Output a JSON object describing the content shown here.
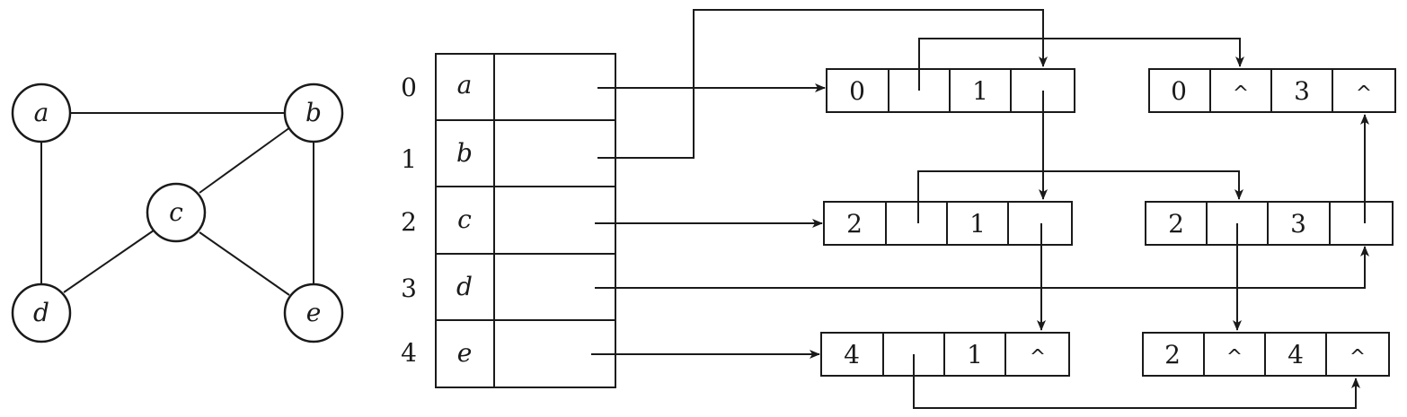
{
  "graph": {
    "nodes": [
      "a",
      "b",
      "c",
      "d",
      "e"
    ]
  },
  "vertex_table": {
    "indices": [
      "0",
      "1",
      "2",
      "3",
      "4"
    ],
    "vertices": [
      "a",
      "b",
      "c",
      "d",
      "e"
    ]
  },
  "edge_nodes": {
    "e01": {
      "ivex": "0",
      "jvex": "1"
    },
    "e03": {
      "ivex": "0",
      "ilink": "^",
      "jvex": "3",
      "jlink": "^"
    },
    "e21": {
      "ivex": "2",
      "jvex": "1"
    },
    "e23": {
      "ivex": "2",
      "jvex": "3"
    },
    "e41": {
      "ivex": "4",
      "jvex": "1",
      "jlink": "^"
    },
    "e24": {
      "ivex": "2",
      "ilink": "^",
      "jvex": "4",
      "jlink": "^"
    }
  }
}
